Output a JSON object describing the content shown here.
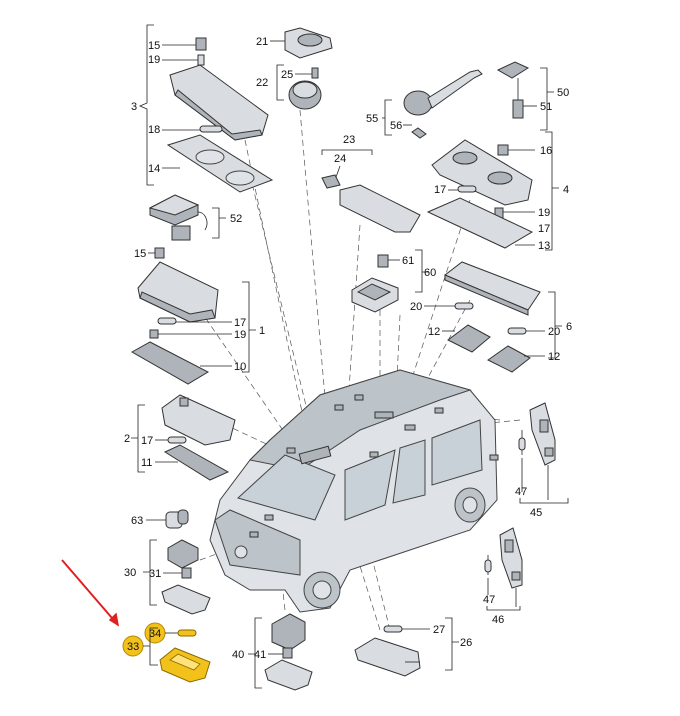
{
  "labels": {
    "l3": "3",
    "l15a": "15",
    "l19a": "19",
    "l18": "18",
    "l14": "14",
    "l21": "21",
    "l22": "22",
    "l25": "25",
    "l55": "55",
    "l56": "56",
    "l50": "50",
    "l51": "51",
    "l23": "23",
    "l24": "24",
    "l16": "16",
    "l4": "4",
    "l17a": "17",
    "l19b": "19",
    "l17b": "17",
    "l13": "13",
    "l52": "52",
    "l15b": "15",
    "l61": "61",
    "l60": "60",
    "l17c": "17",
    "l1": "1",
    "l19c": "19",
    "l10": "10",
    "l20a": "20",
    "l12a": "12",
    "l20b": "20",
    "l6": "6",
    "l12b": "12",
    "l2": "2",
    "l17d": "17",
    "l11": "11",
    "l47a": "47",
    "l45": "45",
    "l63": "63",
    "l30": "30",
    "l31": "31",
    "l33": "33",
    "l34": "34",
    "l40": "40",
    "l41": "41",
    "l27": "27",
    "l26": "26",
    "l47b": "47",
    "l46": "46"
  },
  "colors": {
    "highlight": "#f2c21b",
    "arrow": "#e02020"
  }
}
